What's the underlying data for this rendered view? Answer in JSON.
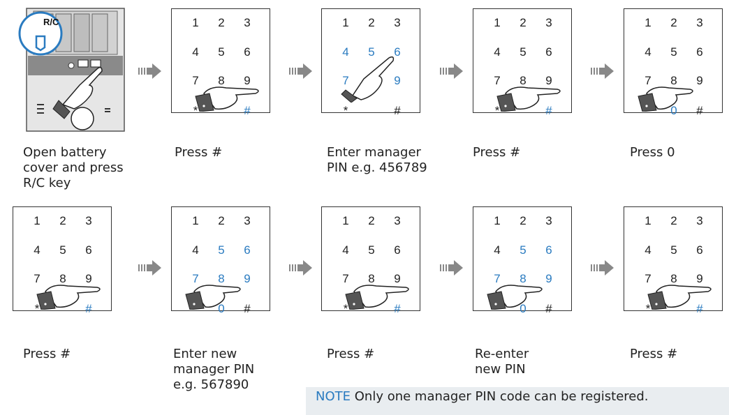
{
  "colors": {
    "highlight": "#2a7bc0",
    "text": "#222222",
    "note_bg": "#e9edf0"
  },
  "device": {
    "badge_label": "R/C"
  },
  "keypad_labels": [
    "1",
    "2",
    "3",
    "4",
    "5",
    "6",
    "7",
    "8",
    "9",
    "*",
    "0",
    "#"
  ],
  "steps": [
    {
      "id": "s1",
      "caption": [
        "Open battery",
        "cover and press",
        "R/C key"
      ],
      "type": "device"
    },
    {
      "id": "s2",
      "caption": [
        "Press #"
      ],
      "highlight": [
        "#"
      ],
      "hand": "hash",
      "hide": [
        "0"
      ]
    },
    {
      "id": "s3",
      "caption": [
        "Enter manager",
        "PIN e.g. 456789"
      ],
      "highlight": [
        "4",
        "5",
        "6",
        "7",
        "8",
        "9"
      ],
      "hand": "diag",
      "hide": [
        "0"
      ]
    },
    {
      "id": "s4",
      "caption": [
        "Press #"
      ],
      "highlight": [
        "#"
      ],
      "hand": "hash",
      "hide": [
        "0"
      ]
    },
    {
      "id": "s5",
      "caption": [
        "Press 0"
      ],
      "highlight": [
        "0"
      ],
      "hand": "zero",
      "hide": []
    },
    {
      "id": "s6",
      "caption": [
        "Press #"
      ],
      "highlight": [
        "#"
      ],
      "hand": "hash",
      "hide": [
        "0"
      ]
    },
    {
      "id": "s7",
      "caption": [
        "Enter new",
        "manager PIN",
        "e.g. 567890"
      ],
      "highlight": [
        "5",
        "6",
        "7",
        "8",
        "9",
        "0"
      ],
      "hand": "zero",
      "hide": []
    },
    {
      "id": "s8",
      "caption": [
        "Press #"
      ],
      "highlight": [
        "#"
      ],
      "hand": "hash",
      "hide": [
        "0"
      ]
    },
    {
      "id": "s9",
      "caption": [
        "Re-enter",
        "new PIN"
      ],
      "highlight": [
        "5",
        "6",
        "7",
        "8",
        "9",
        "0"
      ],
      "hand": "zero",
      "hide": []
    },
    {
      "id": "s10",
      "caption": [
        "Press #"
      ],
      "highlight": [
        "#"
      ],
      "hand": "hash",
      "hide": [
        "0"
      ]
    }
  ],
  "note": {
    "label": "NOTE",
    "text": " Only one manager PIN code can be registered."
  }
}
